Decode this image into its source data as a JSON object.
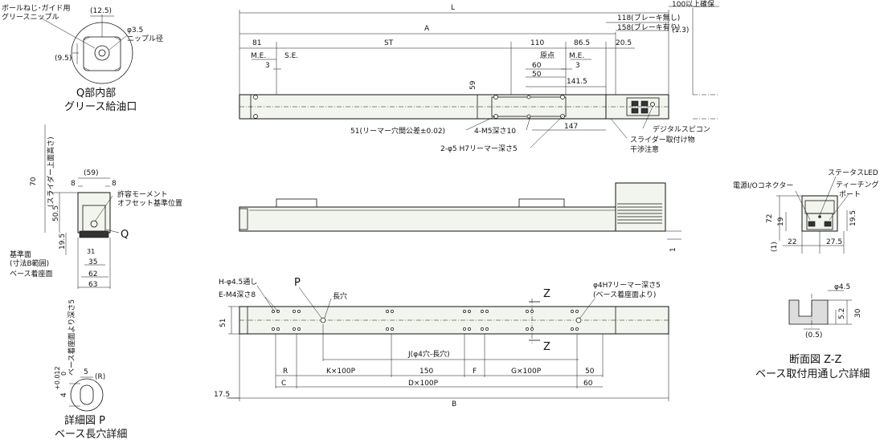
{
  "q_detail": {
    "label_ball": "ボールねじ･ガイド用",
    "label_grease": "グリースニップル",
    "dim_12_5": "(12.5)",
    "dim_phi35": "φ3.5",
    "label_nipple": "ニップル径",
    "dim_9_5": "(9.5)",
    "title_1": "Q部内部",
    "title_2": "グリース給油口"
  },
  "top_view": {
    "L": "L",
    "dim_100": "100以上確保",
    "dim_118": "118(ブレーキ無し)",
    "dim_158": "158(ブレーキ有り)",
    "dim_1_3": "(1.3)",
    "A": "A",
    "dim_81": "81",
    "ST": "ST",
    "dim_110": "110",
    "dim_86_5": "86.5",
    "dim_20_5": "20.5",
    "me_left": "M.E.",
    "se": "S.E.",
    "origin": "原点",
    "me_right": "M.E.",
    "dim_3_left": "3",
    "dim_3_right": "3",
    "dim_60": "60",
    "dim_50": "50",
    "dim_59": "59",
    "dim_141_5": "141.5",
    "dim_147": "147",
    "label_reamer": "51(リーマー穴間公差±0.02)",
    "label_m5": "4-M5深さ10",
    "label_phi5": "2-φ5 H7リーマー深さ5",
    "label_digital": "デジタルスピコン",
    "label_slider_1": "スライダー取付け物",
    "label_slider_2": "干渉注意"
  },
  "side_view": {
    "dim_1": "1"
  },
  "end_view": {
    "dim_70": "70",
    "label_slider_top": "(スライダー上面高さ)",
    "dim_59p": "(59)",
    "dim_8_left": "8",
    "dim_8_right": "8",
    "dim_50_5": "50.5",
    "dim_19_5": "19.5",
    "dim_31": "31",
    "dim_35": "35",
    "dim_62": "62",
    "dim_63": "63",
    "label_moment_1": "許容モーメント",
    "label_moment_2": "オフセット基準位置",
    "label_q": "Q",
    "label_ref_1": "基準面",
    "label_ref_2": "(寸法B範囲)",
    "label_base": "ベース着座面"
  },
  "bottom_view": {
    "label_h": "H-φ4.5通し",
    "label_e": "E-M4深さ8",
    "label_p": "P",
    "label_slot": "長穴",
    "label_z_top": "Z",
    "label_z_bottom": "Z",
    "label_phi4_1": "φ4H7リーマー深さ5",
    "label_phi4_2": "(ベース着座面より)",
    "dim_51": "51",
    "dim_j": "J(φ4穴-長穴)",
    "dim_r": "R",
    "dim_k": "K×100P",
    "dim_150": "150",
    "dim_f": "F",
    "dim_g": "G×100P",
    "dim_50": "50",
    "dim_c": "C",
    "dim_d": "D×100P",
    "dim_60": "60",
    "dim_17_5": "17.5",
    "dim_b": "B"
  },
  "detail_p": {
    "dim_4": "4",
    "tol": "+0.012",
    "tol_low": "0",
    "label_vertical": "ベース着座面より深さ5",
    "dim_5": "5",
    "dim_r": "(R)",
    "title_1": "詳細図 P",
    "title_2": "ベース長穴詳細"
  },
  "connector_view": {
    "label_status": "ステータスLED",
    "label_power": "電源I/Oコネクター",
    "label_teach_1": "ティーチング",
    "label_teach_2": "ポート",
    "dim_72": "72",
    "dim_19": "19",
    "dim_19_5": "19.5",
    "dim_1": "(1)",
    "dim_22": "22",
    "dim_27_5": "27.5"
  },
  "section_zz": {
    "dim_phi45": "φ4.5",
    "dim_5_2": "5.2",
    "dim_30": "30",
    "dim_0_5": "(0.5)",
    "title_1": "断面図 Z-Z",
    "title_2": "ベース取付用通し穴詳細"
  }
}
